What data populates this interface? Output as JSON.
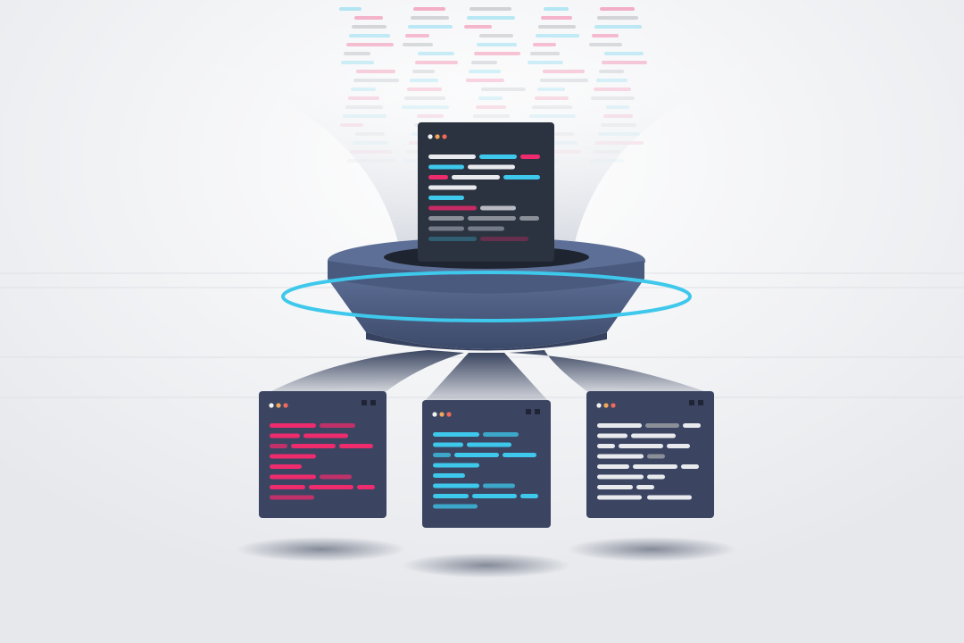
{
  "illustration": {
    "subject": "code-splitting",
    "colors": {
      "background": "#eef0f3",
      "top_window": "#2b3240",
      "bottom_window": "#3b4562",
      "funnel": "#4a5a7e",
      "funnel_dark": "#36425f",
      "ring": "#3ec8ec",
      "pink": "#ee2b6c",
      "cyan": "#3ec8ec",
      "white": "#e8eaee",
      "gray": "#8a8f98",
      "dot_white": "#f2f2f2",
      "dot_orange": "#f2a65a",
      "dot_red": "#ef6a5a"
    },
    "windows": [
      {
        "name": "source-window",
        "theme": "mixed"
      },
      {
        "name": "pink-chunk-window",
        "theme": "pink"
      },
      {
        "name": "cyan-chunk-window",
        "theme": "cyan"
      },
      {
        "name": "white-chunk-window",
        "theme": "white"
      }
    ]
  }
}
